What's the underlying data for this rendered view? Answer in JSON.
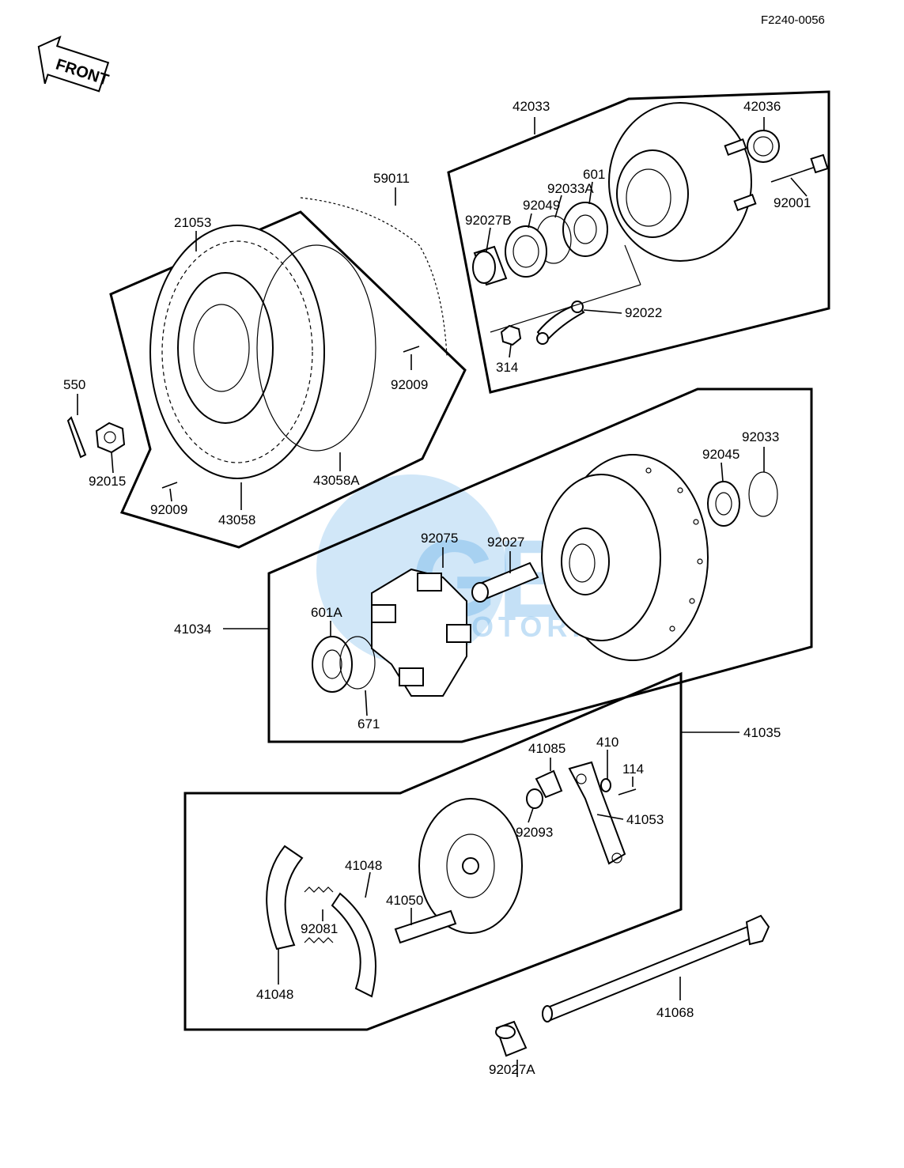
{
  "diagram_ref": "F2240-0056",
  "front_badge": "FRONT",
  "watermark": {
    "primary": "GEM",
    "secondary": "MOTORPARTS",
    "color": "#5aa9e6"
  },
  "parts": {
    "p42033": "42033",
    "p42036": "42036",
    "p601": "601",
    "p92033A": "92033A",
    "p92049": "92049",
    "p92027B": "92027B",
    "p92001": "92001",
    "p92022": "92022",
    "p314": "314",
    "p59011": "59011",
    "p21053": "21053",
    "p92009a": "92009",
    "p550": "550",
    "p92015": "92015",
    "p92009b": "92009",
    "p43058": "43058",
    "p43058A": "43058A",
    "p92033": "92033",
    "p92045": "92045",
    "p92075": "92075",
    "p92027": "92027",
    "p41034": "41034",
    "p601A": "601A",
    "p671": "671",
    "p41035": "41035",
    "p41085": "41085",
    "p410": "410",
    "p114": "114",
    "p41053": "41053",
    "p92093": "92093",
    "p41048a": "41048",
    "p41050": "41050",
    "p92081": "92081",
    "p41048b": "41048",
    "p41068": "41068",
    "p92027A": "92027A"
  }
}
